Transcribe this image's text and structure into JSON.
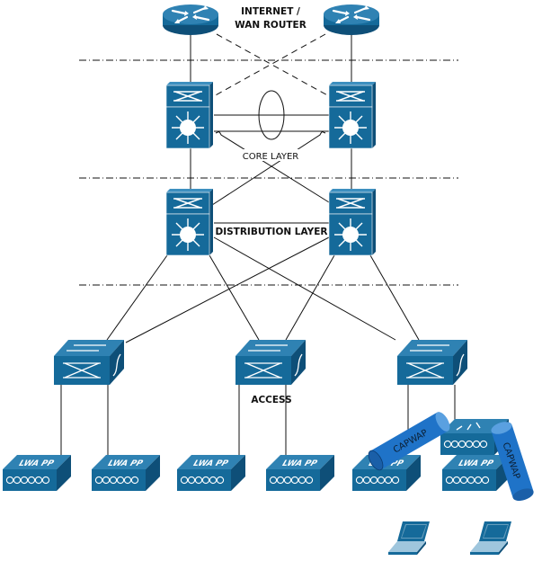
{
  "title": "Wireless campus network hierarchy",
  "labels": {
    "internet_line1": "INTERNET /",
    "internet_line2": "WAN ROUTER",
    "core": "CORE LAYER",
    "distribution": "DISTRIBUTION LAYER",
    "access": "ACCESS"
  },
  "tunnels": [
    "CAPWAP",
    "CAPWAP"
  ],
  "access_points": [
    "LWA PP",
    "LWA PP",
    "LWA PP",
    "LWA PP",
    "LWA PP",
    "LWA PP"
  ],
  "devices": {
    "routers": [
      "wan-router-left",
      "wan-router-right"
    ],
    "core_switches": [
      "core-switch-left",
      "core-switch-right"
    ],
    "distribution_switches": [
      "distribution-switch-left",
      "distribution-switch-right"
    ],
    "access_switches": [
      "access-switch-1",
      "access-switch-2",
      "access-switch-3"
    ],
    "wireless_controller": "wireless-lan-controller",
    "laptops": [
      "laptop-1",
      "laptop-2"
    ]
  },
  "colors": {
    "device_blue": "#156a9a",
    "device_dark": "#0e4f78",
    "device_light": "#3d8fbf",
    "tunnel_blue": "#1f73c8",
    "line": "#111111"
  }
}
